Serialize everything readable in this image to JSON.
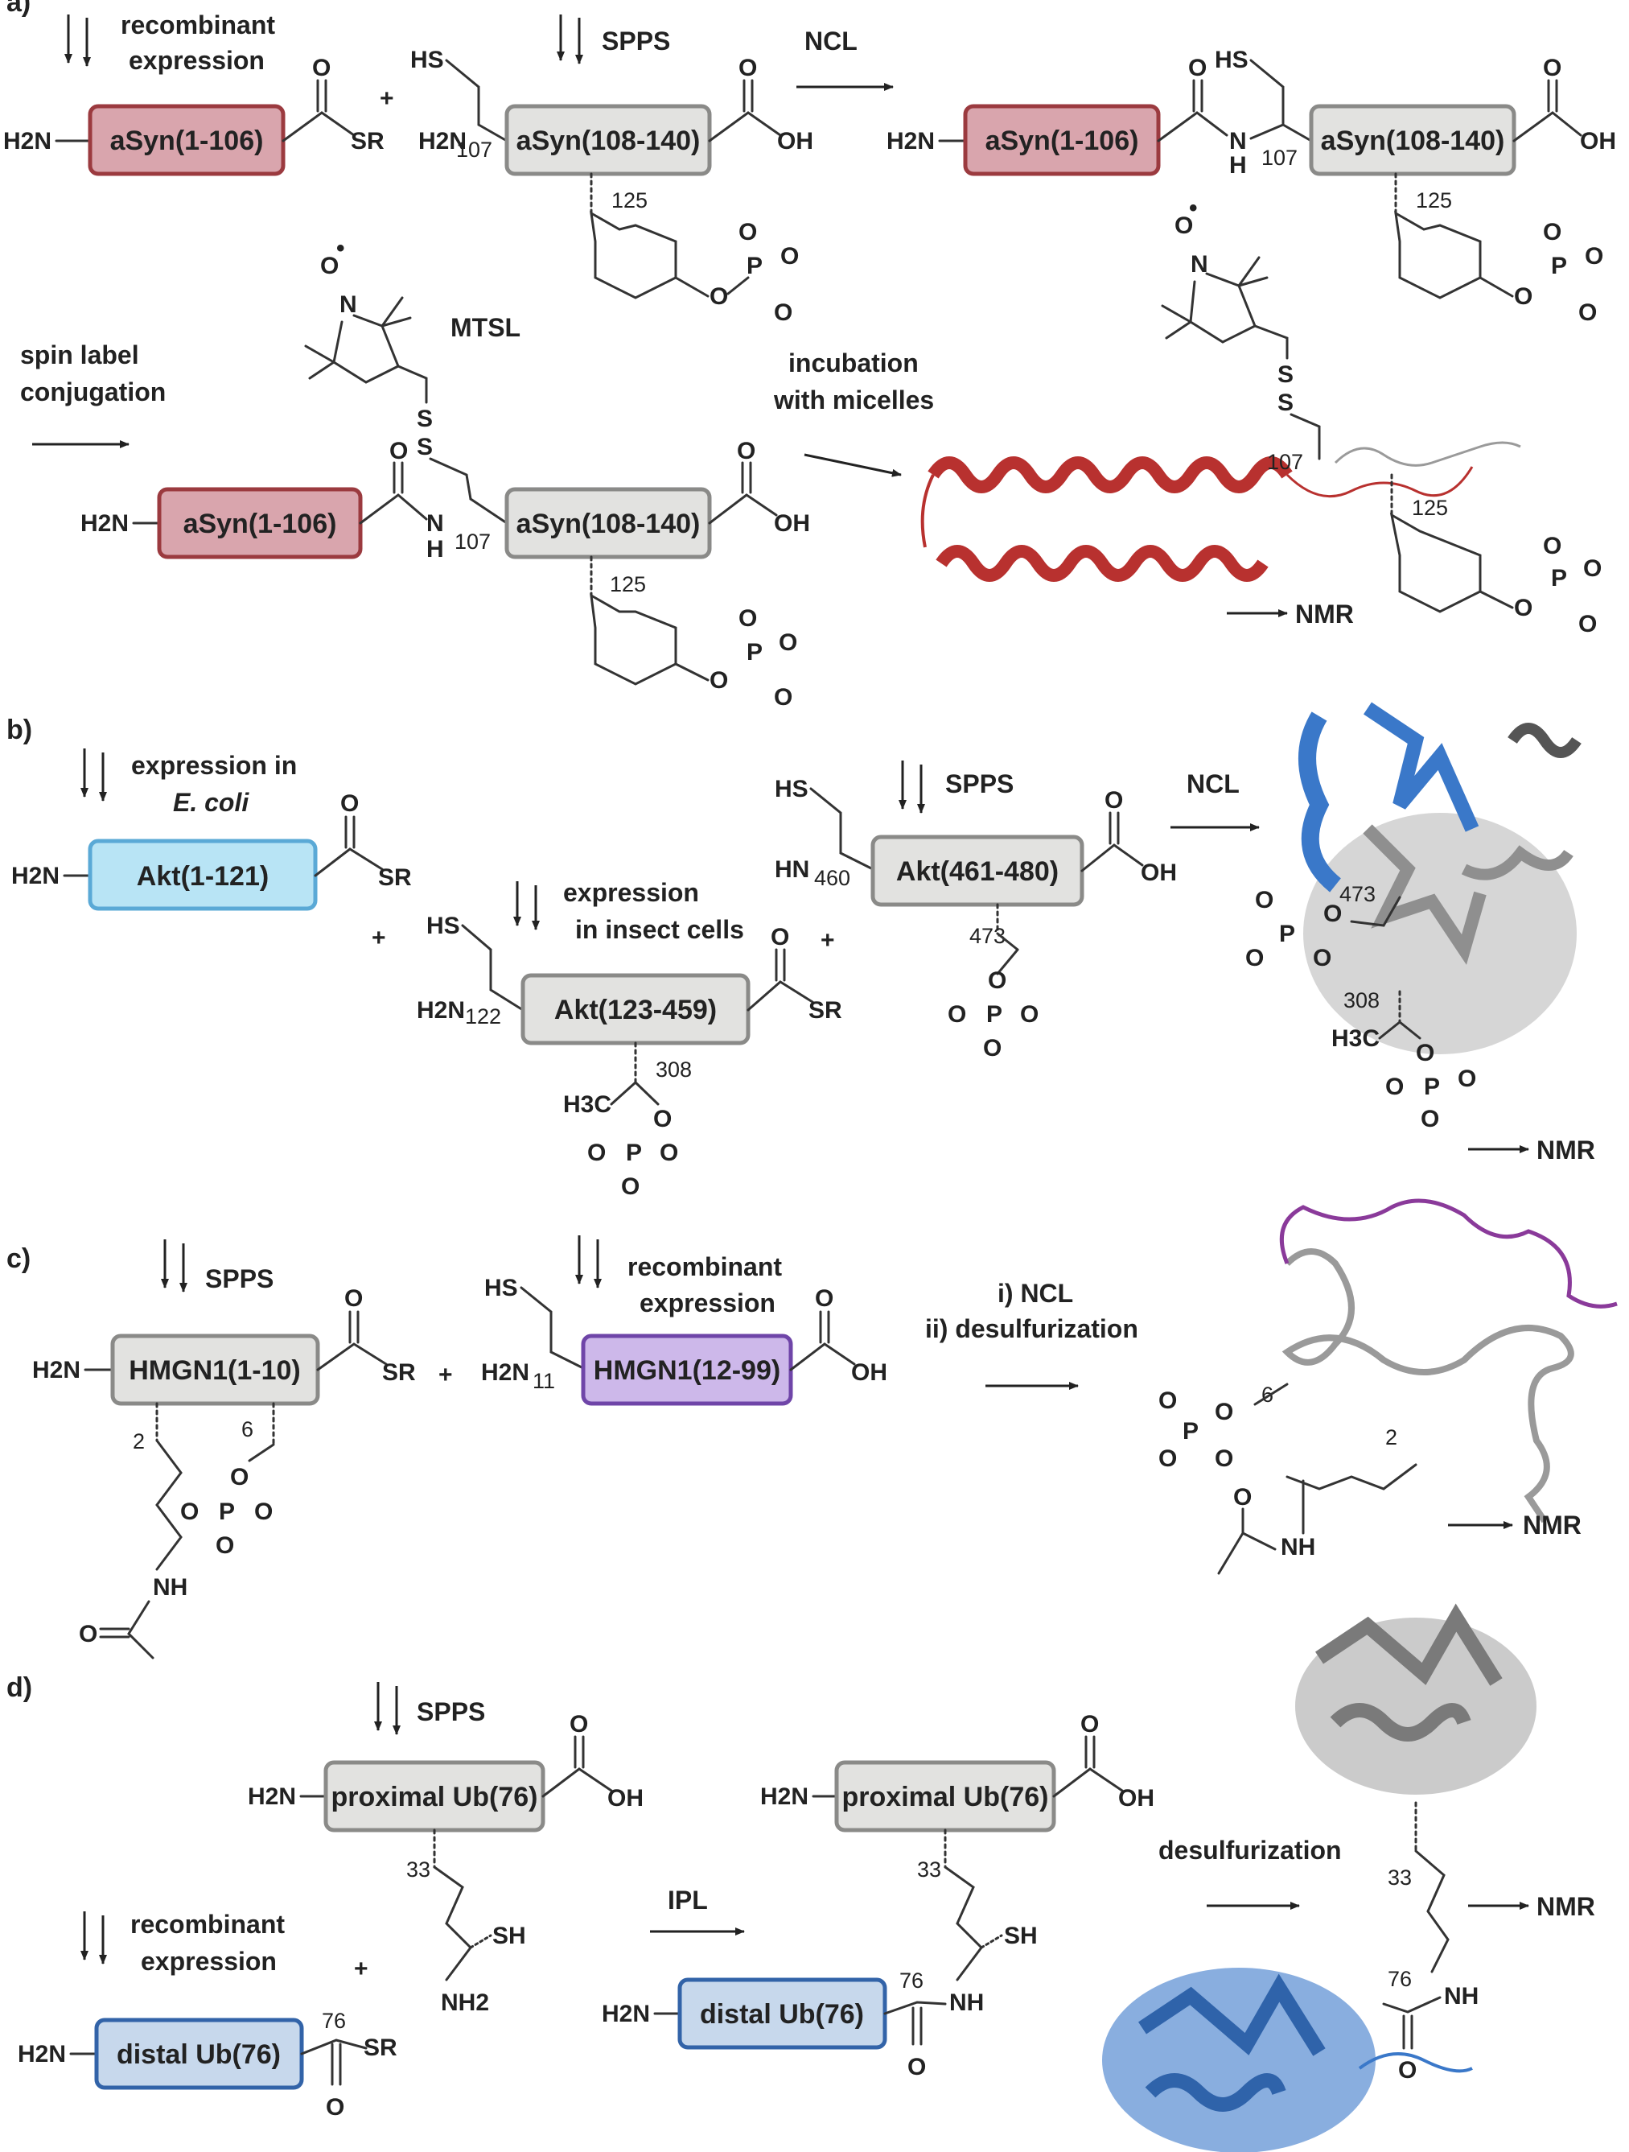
{
  "colors": {
    "aSyn_N_fill": "#d9a5ad",
    "aSyn_N_stroke": "#9b3a3f",
    "grey_fill": "#e2e2e0",
    "grey_stroke": "#8a8a88",
    "akt_N_fill": "#b8e4f5",
    "akt_N_stroke": "#5aa9d6",
    "hmgn_C_fill": "#cdb8ea",
    "hmgn_C_stroke": "#6f45a8",
    "ub_distal_fill": "#c7d8ec",
    "ub_distal_stroke": "#3263a8",
    "helix_red": "#b8312f",
    "protein_blue": "#3a78c9",
    "protein_grey": "#9a9a9a",
    "loop_purple": "#8a3a9a"
  },
  "panel_a": {
    "label": "a)",
    "step1_line1": "recombinant",
    "step1_line2": "expression",
    "step2": "SPPS",
    "ncl": "NCL",
    "frag_n": "aSyn(1-106)",
    "frag_c": "aSyn(108-140)",
    "res107": "107",
    "res125": "125",
    "spin_line1": "spin label",
    "spin_line2": "conjugation",
    "mtsl": "MTSL",
    "incub_line1": "incubation",
    "incub_line2": "with micelles",
    "nmr": "NMR"
  },
  "panel_b": {
    "label": "b)",
    "step1_line1": "expression in",
    "step1_line2": "E. coli",
    "step2_line1": "expression",
    "step2_line2": "in insect cells",
    "step3": "SPPS",
    "ncl": "NCL",
    "frag1": "Akt(1-121)",
    "frag2": "Akt(123-459)",
    "frag3": "Akt(461-480)",
    "res122": "122",
    "res460": "460",
    "res308": "308",
    "res473": "473",
    "nmr": "NMR"
  },
  "panel_c": {
    "label": "c)",
    "step1": "SPPS",
    "step2_line1": "recombinant",
    "step2_line2": "expression",
    "step3_line1": "i) NCL",
    "step3_line2": "ii) desulfurization",
    "frag1": "HMGN1(1-10)",
    "frag2": "HMGN1(12-99)",
    "res11": "11",
    "res2": "2",
    "res6": "6",
    "nmr": "NMR"
  },
  "panel_d": {
    "label": "d)",
    "step1": "SPPS",
    "step2_line1": "recombinant",
    "step2_line2": "expression",
    "ipl": "IPL",
    "desulf": "desulfurization",
    "proximal": "proximal Ub(76)",
    "distal": "distal Ub(76)",
    "res33": "33",
    "res76": "76",
    "nmr": "NMR"
  },
  "chem": {
    "h2n": "H2N",
    "sr": "SR",
    "oh": "OH",
    "o": "O",
    "p": "P",
    "hs": "HS",
    "sh": "SH",
    "s": "S",
    "n": "N",
    "nh": "NH",
    "h": "H",
    "hn": "HN",
    "h3c": "H3C",
    "nh2": "NH2",
    "plus": "+",
    "minus": "–",
    "radical": "•"
  }
}
